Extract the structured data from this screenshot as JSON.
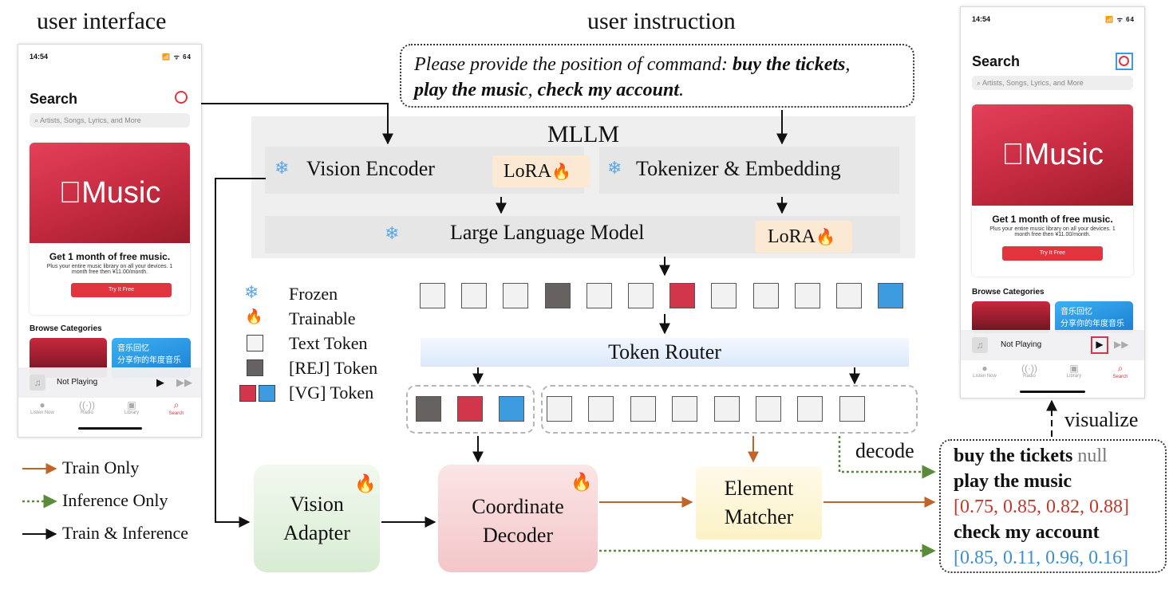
{
  "titles": {
    "user_interface": "user interface",
    "user_instruction": "user instruction"
  },
  "phone_left": {
    "time": "14:54",
    "status_right": "📶 ᯤ 64",
    "search_title": "Search",
    "search_placeholder": "Artists, Songs, Lyrics, and More",
    "logo_text": "Music",
    "card_title": "Get 1 month of free music.",
    "card_subtitle": "Plus your entire music library on all your devices. 1 month free then ¥11.00/month.",
    "try_button": "Try It Free",
    "browse_title": "Browse Categories",
    "tile2_line1": "音乐回忆",
    "tile2_line2": "分享你的年度音乐",
    "now_playing": "Not Playing",
    "tabs": [
      "Listen Now",
      "Radio",
      "Library",
      "Search"
    ]
  },
  "phone_right": {
    "time": "14:54",
    "status_right": "📶 ᯤ 64",
    "search_title": "Search",
    "search_placeholder": "Artists, Songs, Lyrics, and More",
    "logo_text": "Music",
    "card_title": "Get 1 month of free music.",
    "card_subtitle": "Plus your entire music library on all your devices. 1 month free then ¥11.00/month.",
    "try_button": "Try It Free",
    "browse_title": "Browse Categories",
    "tile2_line1": "音乐回忆",
    "tile2_line2": "分享你的年度音乐",
    "now_playing": "Not Playing",
    "tabs": [
      "Listen Now",
      "Radio",
      "Library",
      "Search"
    ]
  },
  "instruction": {
    "prefix": "Please provide the position of command: ",
    "cmd1": "buy the tickets",
    "sep1": ",",
    "cmd2": "play the music",
    "sep2": ", ",
    "cmd3": "check my account",
    "suffix": "."
  },
  "mllm": {
    "title": "MLLM",
    "vision_encoder": "Vision Encoder",
    "lora": "LoRA",
    "tokenizer": "Tokenizer & Embedding",
    "llm": "Large Language Model",
    "lora2": "LoRA"
  },
  "tokens_row": [
    "text",
    "text",
    "text",
    "rej",
    "text",
    "text",
    "vg-red",
    "text",
    "text",
    "text",
    "text",
    "vg-blue"
  ],
  "router": "Token Router",
  "legend": {
    "frozen": "Frozen",
    "trainable": "Trainable",
    "text_token": "Text Token",
    "rej_token": "[REJ] Token",
    "vg_token": "[VG] Token",
    "train_only": "Train Only",
    "inference_only": "Inference Only",
    "train_inference": "Train & Inference"
  },
  "modules": {
    "vision_adapter_1": "Vision",
    "vision_adapter_2": "Adapter",
    "coord_decoder_1": "Coordinate",
    "coord_decoder_2": "Decoder",
    "element_matcher_1": "Element",
    "element_matcher_2": "Matcher"
  },
  "labels": {
    "decode": "decode",
    "visualize": "visualize"
  },
  "result": {
    "cmd1": "buy the tickets",
    "cmd1_value": "null",
    "cmd2": "play the music",
    "cmd2_value": "[0.75, 0.85, 0.82, 0.88]",
    "cmd3": "check my account",
    "cmd3_value": "[0.85, 0.11, 0.96, 0.16]"
  },
  "colors": {
    "train_only": "#c0642a",
    "inference_only": "#5a8a3a",
    "rej": "#676262",
    "vg_red": "#d1364a",
    "vg_blue": "#3d9be0",
    "result_red": "#c0392b",
    "result_blue": "#3d8fd0"
  },
  "icons": {
    "snowflake": "❄",
    "fire": "🔥"
  }
}
